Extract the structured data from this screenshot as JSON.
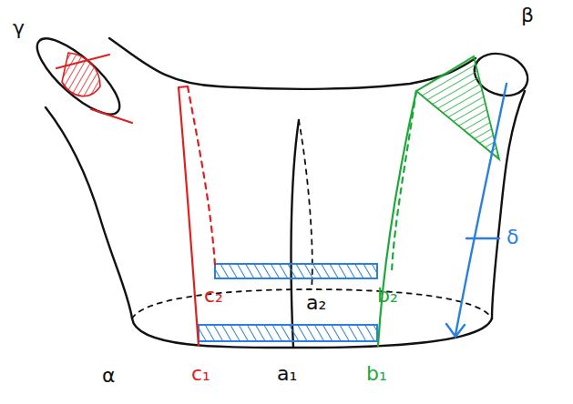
{
  "diagram": {
    "labels": [
      "γ",
      "β",
      "δ",
      "α",
      "c₁",
      "c₂",
      "a₁",
      "a₂",
      "b₁",
      "b₂"
    ]
  }
}
